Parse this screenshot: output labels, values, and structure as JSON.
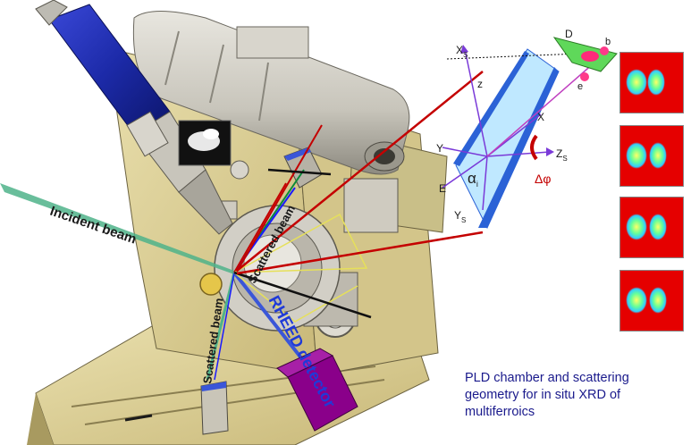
{
  "labels": {
    "incident_beam": "Incident beam",
    "scattered_beam_upper": "Scattered beam",
    "scattered_beam_lower": "Scattered beam",
    "rheed_detector": "RHEED detector"
  },
  "geometry_labels": {
    "xs": "X",
    "xs_sub": "S",
    "z": "z",
    "x": "X",
    "y": "Y",
    "zs": "Z",
    "zs_sub": "S",
    "ys": "Y",
    "ys_sub": "S",
    "e": "E",
    "alpha": "α",
    "alpha_sub": "i",
    "delta_phi": "Δφ",
    "d": "D",
    "b": "b",
    "e_small": "e"
  },
  "caption": {
    "line1": "PLD chamber and scattering",
    "line2": "geometry  for in situ XRD of",
    "line3": "multiferroics"
  },
  "colors": {
    "incident_beam": "#4fb38a",
    "red_beam": "#c40000",
    "blue_beam": "#1a1aff",
    "rheed": "#8a008a",
    "sample_plane": "#bfe8ff",
    "sample_edge": "#2b62d6",
    "heatmap_bg": "#e50000"
  }
}
